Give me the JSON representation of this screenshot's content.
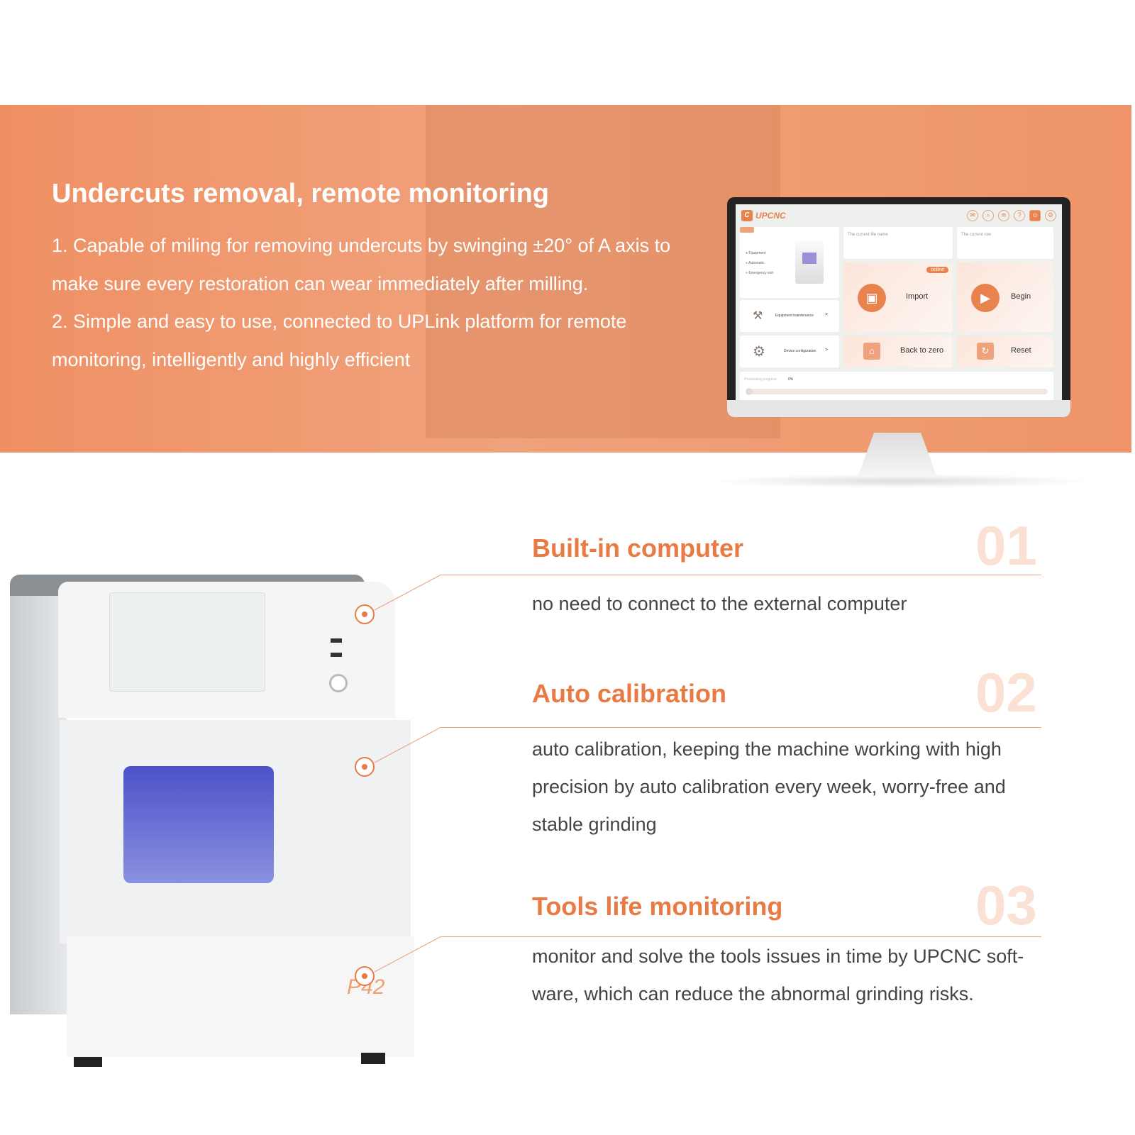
{
  "hero": {
    "title": "Undercuts removal, remote monitoring",
    "paragraphs": [
      "1. Capable of miling for removing undercuts by swinging ±20° of A axis to make sure every restoration can wear immediately after milling.",
      "2. Simple and easy to use, connected to UPLink platform for remote monitoring, intelligently and highly efficient"
    ]
  },
  "software": {
    "brand": "UPCNC",
    "top_icons": [
      "mail-icon",
      "search-icon",
      "wifi-icon",
      "help-icon",
      "user-icon",
      "settings-icon"
    ],
    "status": [
      "Equipment",
      "Automatic",
      "Emergency exit"
    ],
    "current_file_label": "The current file name",
    "current_row_label": "The current row",
    "online": "online",
    "import": "Import",
    "begin": "Begin",
    "back_to_zero": "Back to zero",
    "reset": "Reset",
    "maintenance": "Equipment maintenance",
    "configuration": "Device configuration",
    "chevron": ">",
    "progress_label": "Processing progress",
    "progress_value": "0%",
    "progress": 0
  },
  "machine": {
    "model": "P42"
  },
  "features": [
    {
      "num": "01",
      "title": "Built-in computer",
      "text": "no need to connect to the external computer"
    },
    {
      "num": "02",
      "title": "Auto calibration",
      "text": "auto calibration, keeping the machine working with high precision by auto calibration every week, worry-free and stable grinding"
    },
    {
      "num": "03",
      "title": "Tools life monitoring",
      "text": "monitor and solve the tools issues in time by UPCNC soft-ware, which can reduce the abnormal grinding risks."
    }
  ],
  "colors": {
    "accent": "#e97a44",
    "band": "#ef9468"
  }
}
